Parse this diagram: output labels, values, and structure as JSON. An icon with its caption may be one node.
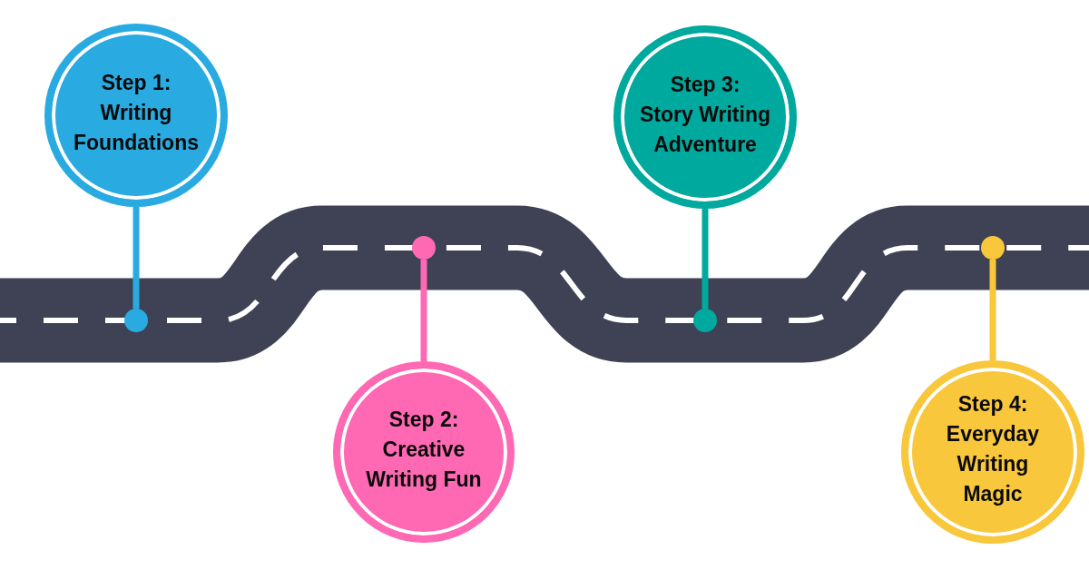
{
  "diagram": {
    "nodes": [
      {
        "text": [
          "Step 1:",
          "Writing Foundations"
        ]
      },
      {
        "text": [
          "Step 2:",
          "Creative Writing Fun"
        ]
      },
      {
        "text": [
          "Step 3:",
          "Story Writing Adventure"
        ]
      },
      {
        "text": [
          "Step 4:",
          "Everyday Writing Magic"
        ]
      },
      {
        "text": [],
        "shape": "circle"
      },
      {
        "text": [],
        "shape": "circle"
      },
      {
        "text": [],
        "shape": "circle"
      },
      {
        "text": [],
        "shape": "circle"
      }
    ],
    "edges": [
      {
        "from": 0,
        "to": 4,
        "arrow": "none",
        "color": "#29abe2"
      },
      {
        "from": 1,
        "to": 5,
        "arrow": "none",
        "color": "#ff69b4"
      },
      {
        "from": 2,
        "to": 6,
        "arrow": "none",
        "color": "#00a99d"
      },
      {
        "from": 3,
        "to": 7,
        "arrow": "none",
        "color": "#f9c73c"
      }
    ]
  }
}
